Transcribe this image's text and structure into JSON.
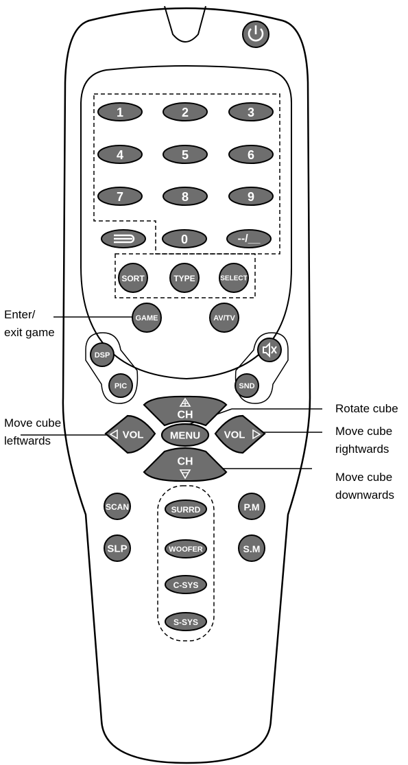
{
  "power_icon": "power-icon",
  "mute_icon": "mute-icon",
  "swap_icon": "swap-icon",
  "colors": {
    "button_fill": "#6e6e6e",
    "outline": "#000000",
    "background": "#ffffff",
    "label": "#ffffff"
  },
  "numpad": [
    "1",
    "2",
    "3",
    "4",
    "5",
    "6",
    "7",
    "8",
    "9"
  ],
  "zero_label": "0",
  "dash_label": "--/__",
  "sort_label": "SORT",
  "type_label": "TYPE",
  "select_label": "SELECT",
  "game_label": "GAME",
  "avtv_label": "AV/TV",
  "dsp_label": "DSP",
  "pic_label": "PIC",
  "snd_label": "SND",
  "ch_label": "CH",
  "vol_label": "VOL",
  "menu_label": "MENU",
  "scan_label": "SCAN",
  "slp_label": "SLP",
  "pm_label": "P.M",
  "sm_label": "S.M",
  "surrd_label": "SURRD",
  "woofer_label": "WOOFER",
  "csys_label": "C-SYS",
  "ssys_label": "S-SYS",
  "callouts": {
    "enter_exit_line1": "Enter/",
    "enter_exit_line2": "exit game",
    "move_left_line1": "Move cube",
    "move_left_line2": "leftwards",
    "rotate": "Rotate cube",
    "move_right_line1": "Move cube",
    "move_right_line2": "rightwards",
    "move_down_line1": "Move cube",
    "move_down_line2": "downwards"
  }
}
